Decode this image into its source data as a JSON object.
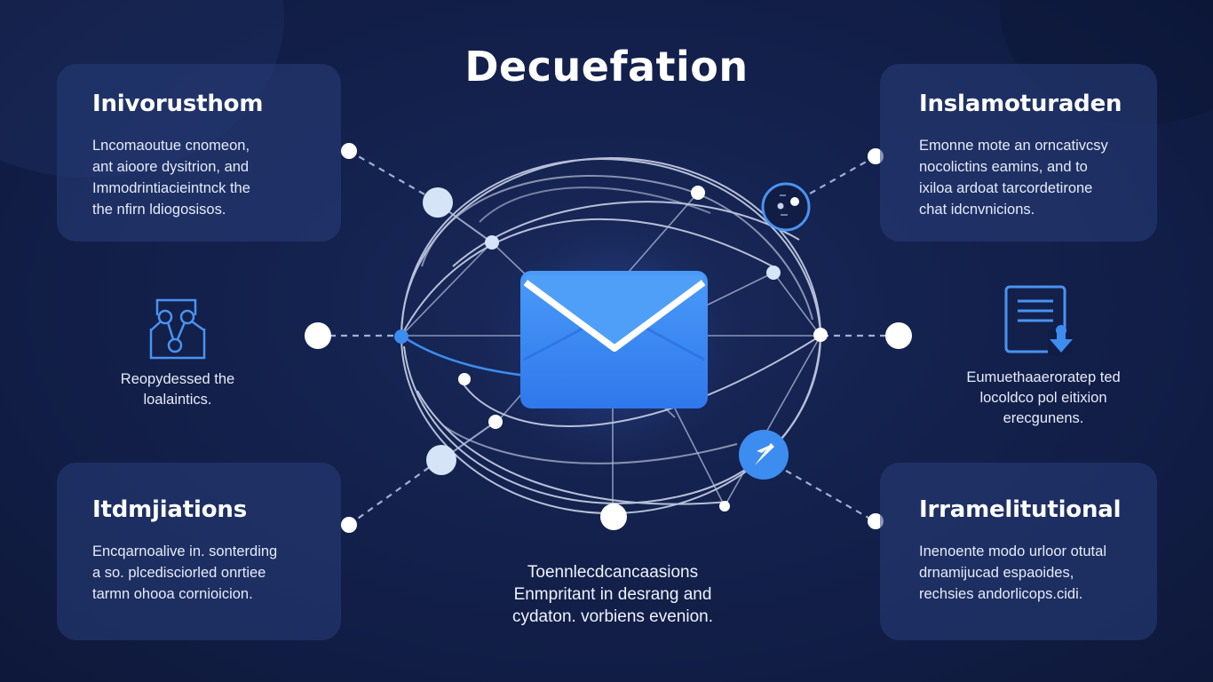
{
  "title": "Decuefation",
  "cards": {
    "top_left": {
      "heading": "Inivorusthom",
      "body": [
        "Lncomaoutue cnomeon,",
        "ant aioore dysitrion, and",
        "Immodrintiacieintnck the",
        "the nfirn ldiogosisos."
      ]
    },
    "top_right": {
      "heading": "Inslamoturaden",
      "body": [
        "Emonne mote an orncativcsy",
        "nocolictins eamins, and to",
        "ixiloa ardoat tarcordetirone",
        "chat idcnvnicions."
      ]
    },
    "bottom_left": {
      "heading": "Itdmjiations",
      "body": [
        "Encqarnoalive in. sonterding",
        "a so. plcedisciorled onrtiee",
        "tarmn ohooa cornioicion."
      ]
    },
    "bottom_right": {
      "heading": "Irramelitutional",
      "body": [
        "Inenoente modo urloor otutal",
        "drnamijucad espaoides,",
        "rechsies andorlicops.cidi."
      ]
    }
  },
  "side_blocks": {
    "left": {
      "icon": "network-hierarchy-icon",
      "text": [
        "Reopydessed the",
        "loalaintics."
      ]
    },
    "right": {
      "icon": "document-download-icon",
      "text": [
        "Eumuethaaeroratep ted",
        "locoldco pol eitixion",
        "erecgunens."
      ]
    }
  },
  "center": {
    "icon": "envelope-mail-icon",
    "caption": [
      "Toennlecdcancaasions",
      "Enmpritant in desrang and",
      "cydaton. vorbiens evenion."
    ]
  },
  "badges": {
    "top_right_node": "face-outline-icon",
    "bottom_right_node": "compass-send-icon"
  },
  "colors": {
    "background": "#121e48",
    "card": "#283e7a",
    "accent_blue": "#3d8cf0",
    "envelope_blue": "#3b86f2",
    "line": "#c9d3ea"
  }
}
